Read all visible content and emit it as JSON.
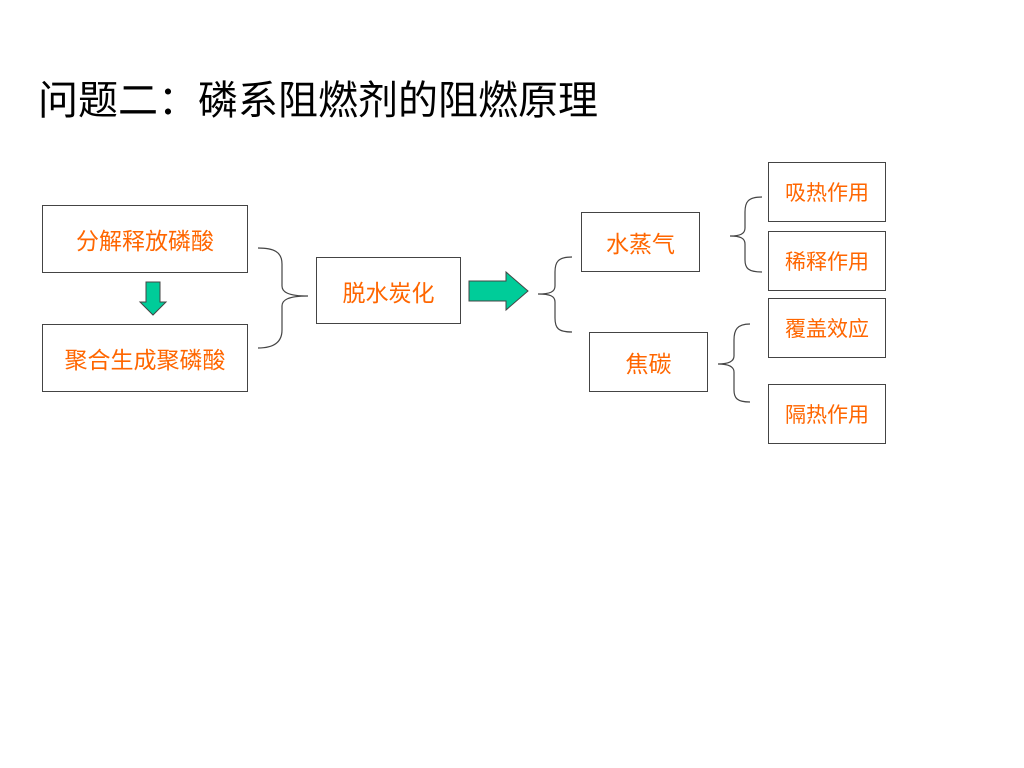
{
  "title": "问题二：磷系阻燃剂的阻燃原理",
  "colors": {
    "node_text": "#ff6600",
    "arrow_fill": "#00cc99",
    "border": "#444444",
    "title_text": "#000000"
  },
  "nodes": {
    "decompose": "分解释放磷酸",
    "polymerize": "聚合生成聚磷酸",
    "dehydrate": "脱水炭化",
    "steam": "水蒸气",
    "char": "焦碳",
    "absorb": "吸热作用",
    "dilute": "稀释作用",
    "cover": "覆盖效应",
    "insulate": "隔热作用"
  }
}
